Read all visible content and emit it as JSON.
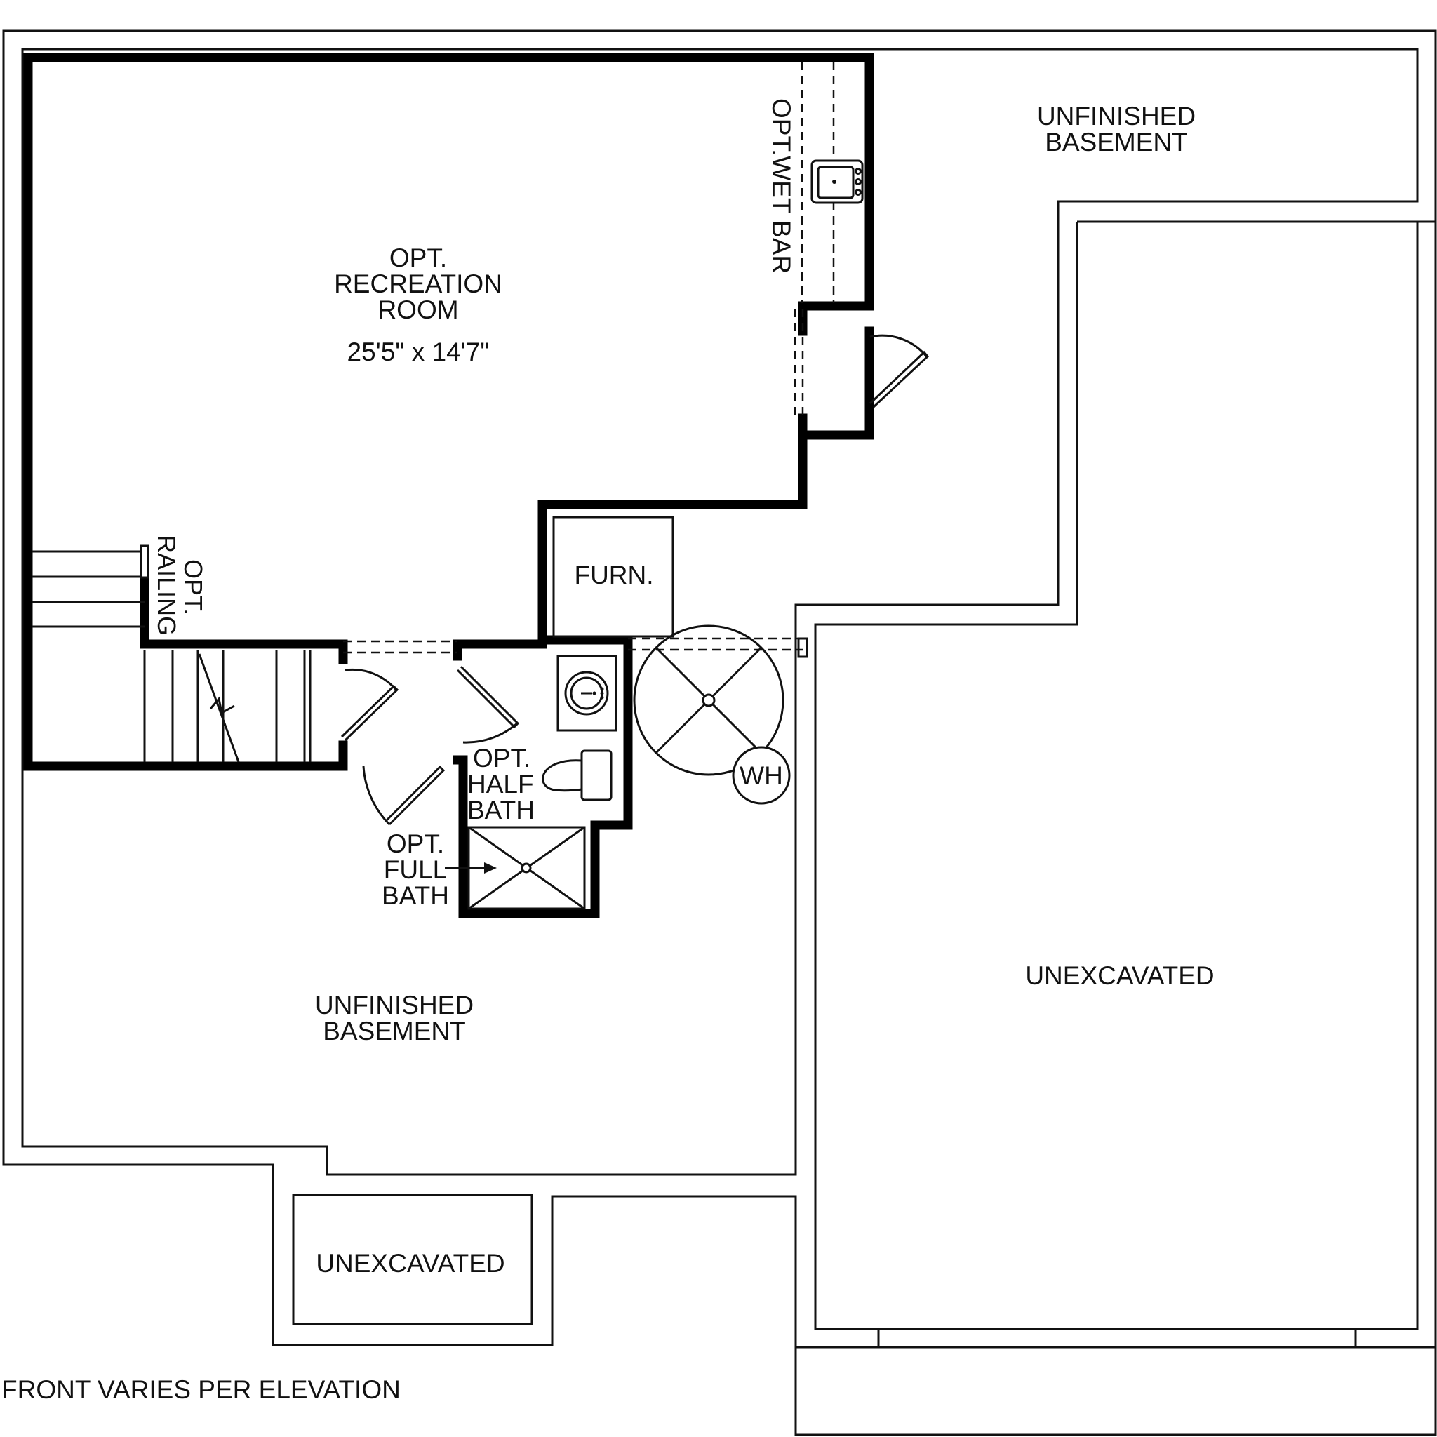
{
  "rooms": {
    "recreation": {
      "line1": "OPT.",
      "line2": "RECREATION",
      "line3": "ROOM",
      "dims": "25'5\" x 14'7\""
    },
    "unfinished_top": {
      "line1": "UNFINISHED",
      "line2": "BASEMENT"
    },
    "unfinished_bottom": {
      "line1": "UNFINISHED",
      "line2": "BASEMENT"
    },
    "unexcavated_right": {
      "label": "UNEXCAVATED"
    },
    "unexcavated_bottom": {
      "label": "UNEXCAVATED"
    },
    "wet_bar": {
      "label": "OPT.WET BAR"
    },
    "railing": {
      "line1": "OPT.",
      "line2": "RAILING"
    },
    "furnace": {
      "label": "FURN."
    },
    "water_heater": {
      "label": "WH"
    },
    "half_bath": {
      "line1": "OPT.",
      "line2": "HALF",
      "line3": "BATH"
    },
    "full_bath": {
      "line1": "OPT.",
      "line2": "FULL",
      "line3": "BATH"
    }
  },
  "footer": {
    "note": "FRONT VARIES PER ELEVATION"
  }
}
